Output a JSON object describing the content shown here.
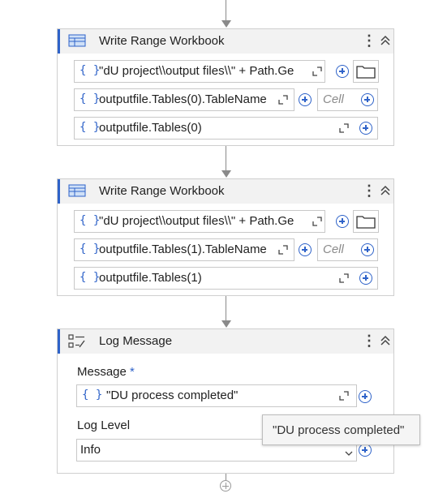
{
  "activities": [
    {
      "title": "Write Range Workbook",
      "icon": "write-range-icon",
      "workbook_path": "\"dU project\\\\output files\\\\\" + Path.Ge",
      "sheet_name": "outputfile.Tables(0).TableName",
      "cell_placeholder": "Cell",
      "data_table": "outputfile.Tables(0)"
    },
    {
      "title": "Write Range Workbook",
      "icon": "write-range-icon",
      "workbook_path": "\"dU project\\\\output files\\\\\" + Path.Ge",
      "sheet_name": "outputfile.Tables(1).TableName",
      "cell_placeholder": "Cell",
      "data_table": "outputfile.Tables(1)"
    }
  ],
  "log_message": {
    "title": "Log Message",
    "icon": "log-message-icon",
    "message_label": "Message",
    "required_marker": "*",
    "message_value": "\"DU process completed\"",
    "log_level_label": "Log Level",
    "log_level_value": "Info"
  },
  "tooltip": {
    "text": "\"DU process completed\""
  },
  "icons": {
    "expression": "{ }",
    "menu": "⋮"
  },
  "colors": {
    "accent": "#2f63c9",
    "header_bg": "#f2f2f2",
    "border": "#cfcfcf"
  }
}
